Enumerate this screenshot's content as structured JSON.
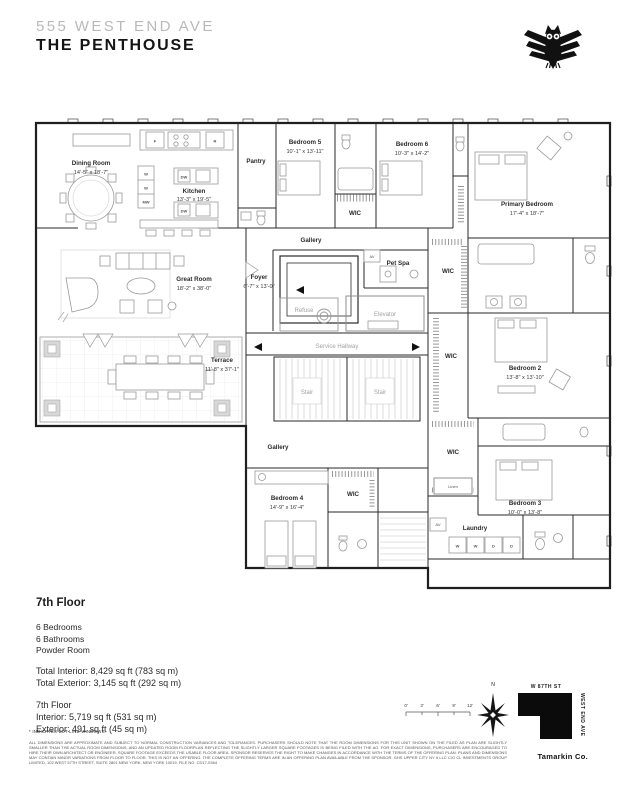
{
  "header": {
    "address": "555 WEST END AVE",
    "title": "THE PENTHOUSE",
    "logo_icon": "owl-crest"
  },
  "plan": {
    "rooms": {
      "dining": {
        "name": "Dining Room",
        "dims": "14'-5\" x 18'-7\""
      },
      "kitchen": {
        "name": "Kitchen",
        "dims": "13'-3\" x 19'-5\""
      },
      "bedroom5": {
        "name": "Bedroom 5",
        "dims": "10'-1\" x 13'-11\""
      },
      "bedroom6": {
        "name": "Bedroom 6",
        "dims": "10'-3\" x 14'-2\""
      },
      "primary": {
        "name": "Primary Bedroom",
        "dims": "17'-4\" x 18'-7\""
      },
      "great_room": {
        "name": "Great Room",
        "dims": "18'-2\" x 38'-0\""
      },
      "terrace": {
        "name": "Terrace",
        "dims": "11'-8\" x 37'-1\""
      },
      "bedroom2": {
        "name": "Bedroom 2",
        "dims": "13'-8\" x 13'-10\""
      },
      "bedroom3": {
        "name": "Bedroom 3",
        "dims": "10'-0\" x 13'-8\""
      },
      "bedroom4": {
        "name": "Bedroom 4",
        "dims": "14'-9\" x 16'-4\""
      }
    },
    "labels": {
      "pantry": "Pantry",
      "wic": "WIC",
      "gallery": "Gallery",
      "foyer": "Foyer",
      "foyer_dims": "6'-7\" x 13'-0\"",
      "pet_spa": "Pet Spa",
      "refuse": "Refuse",
      "elevator": "Elevator",
      "service_hallway": "Service Hallway",
      "stair": "Stair",
      "linen": "Linen",
      "laundry": "Laundry",
      "av": "AV"
    },
    "appliances": {
      "f": "F",
      "r": "R",
      "w": "W",
      "mw": "MW",
      "dw": "DW",
      "d": "D"
    }
  },
  "details": {
    "floor_heading": "7th Floor",
    "program": [
      "6 Bedrooms",
      "6 Bathrooms",
      "Powder Room"
    ],
    "total_interior": "Total Interior: 8,429 sq ft (783 sq m)",
    "total_exterior": "Total Exterior: 3,145 sq ft (292 sq m)",
    "floor_sub_heading": "7th Floor",
    "interior": "Interior: 5,719 sq ft (531 sq m)",
    "exterior": "Exterior: 491 sq ft (45 sq m)"
  },
  "footer": {
    "footnote": "* INDICATES LOT LINE WINDOWS.",
    "disclaimer": "ALL DIMENSIONS ARE APPROXIMATE AND SUBJECT TO NORMAL CONSTRUCTION VARIANCES AND TOLERANCES. PURCHASERS SHOULD NOTE THAT THE ROOM DIMENSIONS FOR THIS UNIT SHOWN ON THE FILED AS PLAN ARE SLIGHTLY SMALLER THAN THE ACTUAL ROOM DIMENSIONS, AND AN UPDATED ROOM FLOORPLAN REFLECTING THE SLIGHTLY LARGER SQUARE FOOTAGES IS BEING FILED WITH THE AG. FOR EXACT DIMENSIONS, PURCHASERS ARE ENCOURAGED TO HIRE THEIR OWN ARCHITECT OR ENGINEER. SQUARE FOOTAGE EXCEEDS THE USABLE FLOOR AREA. SPONSOR RESERVES THE RIGHT TO MAKE CHANGES IN ACCORDANCE WITH THE TERMS OF THE OFFERING PLAN. PLANS AND DIMENSIONS MAY CONTAIN MINOR VARIATIONS FROM FLOOR TO FLOOR. THIS IS NOT AN OFFERING. THE COMPLETE OFFERING TERMS ARE IN AN OFFERING PLAN AVAILABLE FROM THE SPONSOR. GHS UPPER CITY NY II LLC C/O CL INVESTMENTS GROUP LIMITED, 102 WEST 57TH STREET, SUITE 2801 NEW YORK, NEW YORK 10019. FILE NO. CD17-0364",
    "scale_ticks": [
      "0'",
      "3'",
      "6'",
      "9'",
      "12'"
    ],
    "compass_label": "N",
    "map": {
      "street_top": "W 87TH ST",
      "street_right": "WEST END AVE"
    },
    "brand": "Tamarkin Co."
  }
}
